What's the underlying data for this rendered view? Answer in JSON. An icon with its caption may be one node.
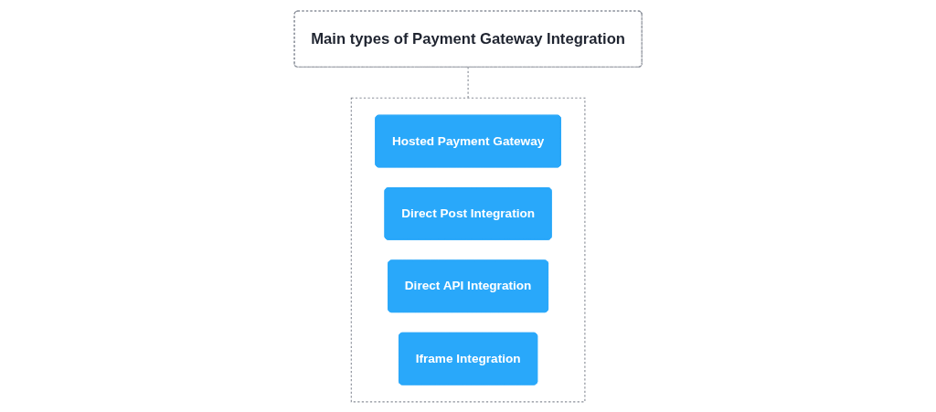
{
  "diagram": {
    "nodes": [
      {
        "text": [
          "Main types of Payment Gateway Integration"
        ]
      },
      {
        "text": [],
        "shape": "box"
      },
      {
        "text": [
          "Hosted Payment Gateway"
        ],
        "in": 1
      },
      {
        "text": [
          "Direct Post Integration"
        ],
        "in": 1
      },
      {
        "text": [
          "Direct API Integration"
        ],
        "in": 1
      },
      {
        "text": [
          "Iframe Integration"
        ],
        "in": 1
      }
    ],
    "edges": [
      {
        "from": 0,
        "to": 1,
        "arrow": "none",
        "style": "dashed",
        "color": "#8a8f99"
      }
    ]
  }
}
